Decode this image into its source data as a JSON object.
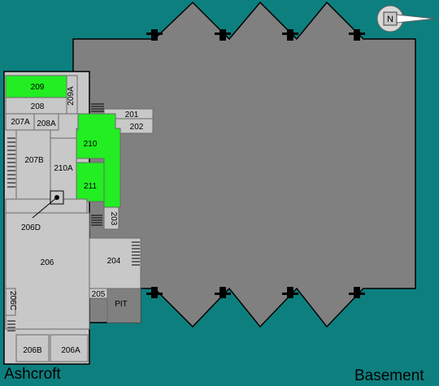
{
  "building_left": "Ashcroft",
  "building_right": "Basement",
  "compass_letter": "N",
  "rooms": {
    "r209": "209",
    "r209A": "209A",
    "r208": "208",
    "r207A": "207A",
    "r208A": "208A",
    "r201": "201",
    "r202": "202",
    "r210": "210",
    "r207B": "207B",
    "r210A": "210A",
    "r211": "211",
    "r203": "203",
    "r206D": "206D",
    "r206": "206",
    "r204": "204",
    "r205": "205",
    "rPIT": "PIT",
    "r206C": "206C",
    "r206B": "206B",
    "r206A": "206A"
  },
  "colors": {
    "background": "#0e7f7f",
    "highlight": "#22ee22",
    "room": "#c8c8c8",
    "basement": "#808080"
  }
}
